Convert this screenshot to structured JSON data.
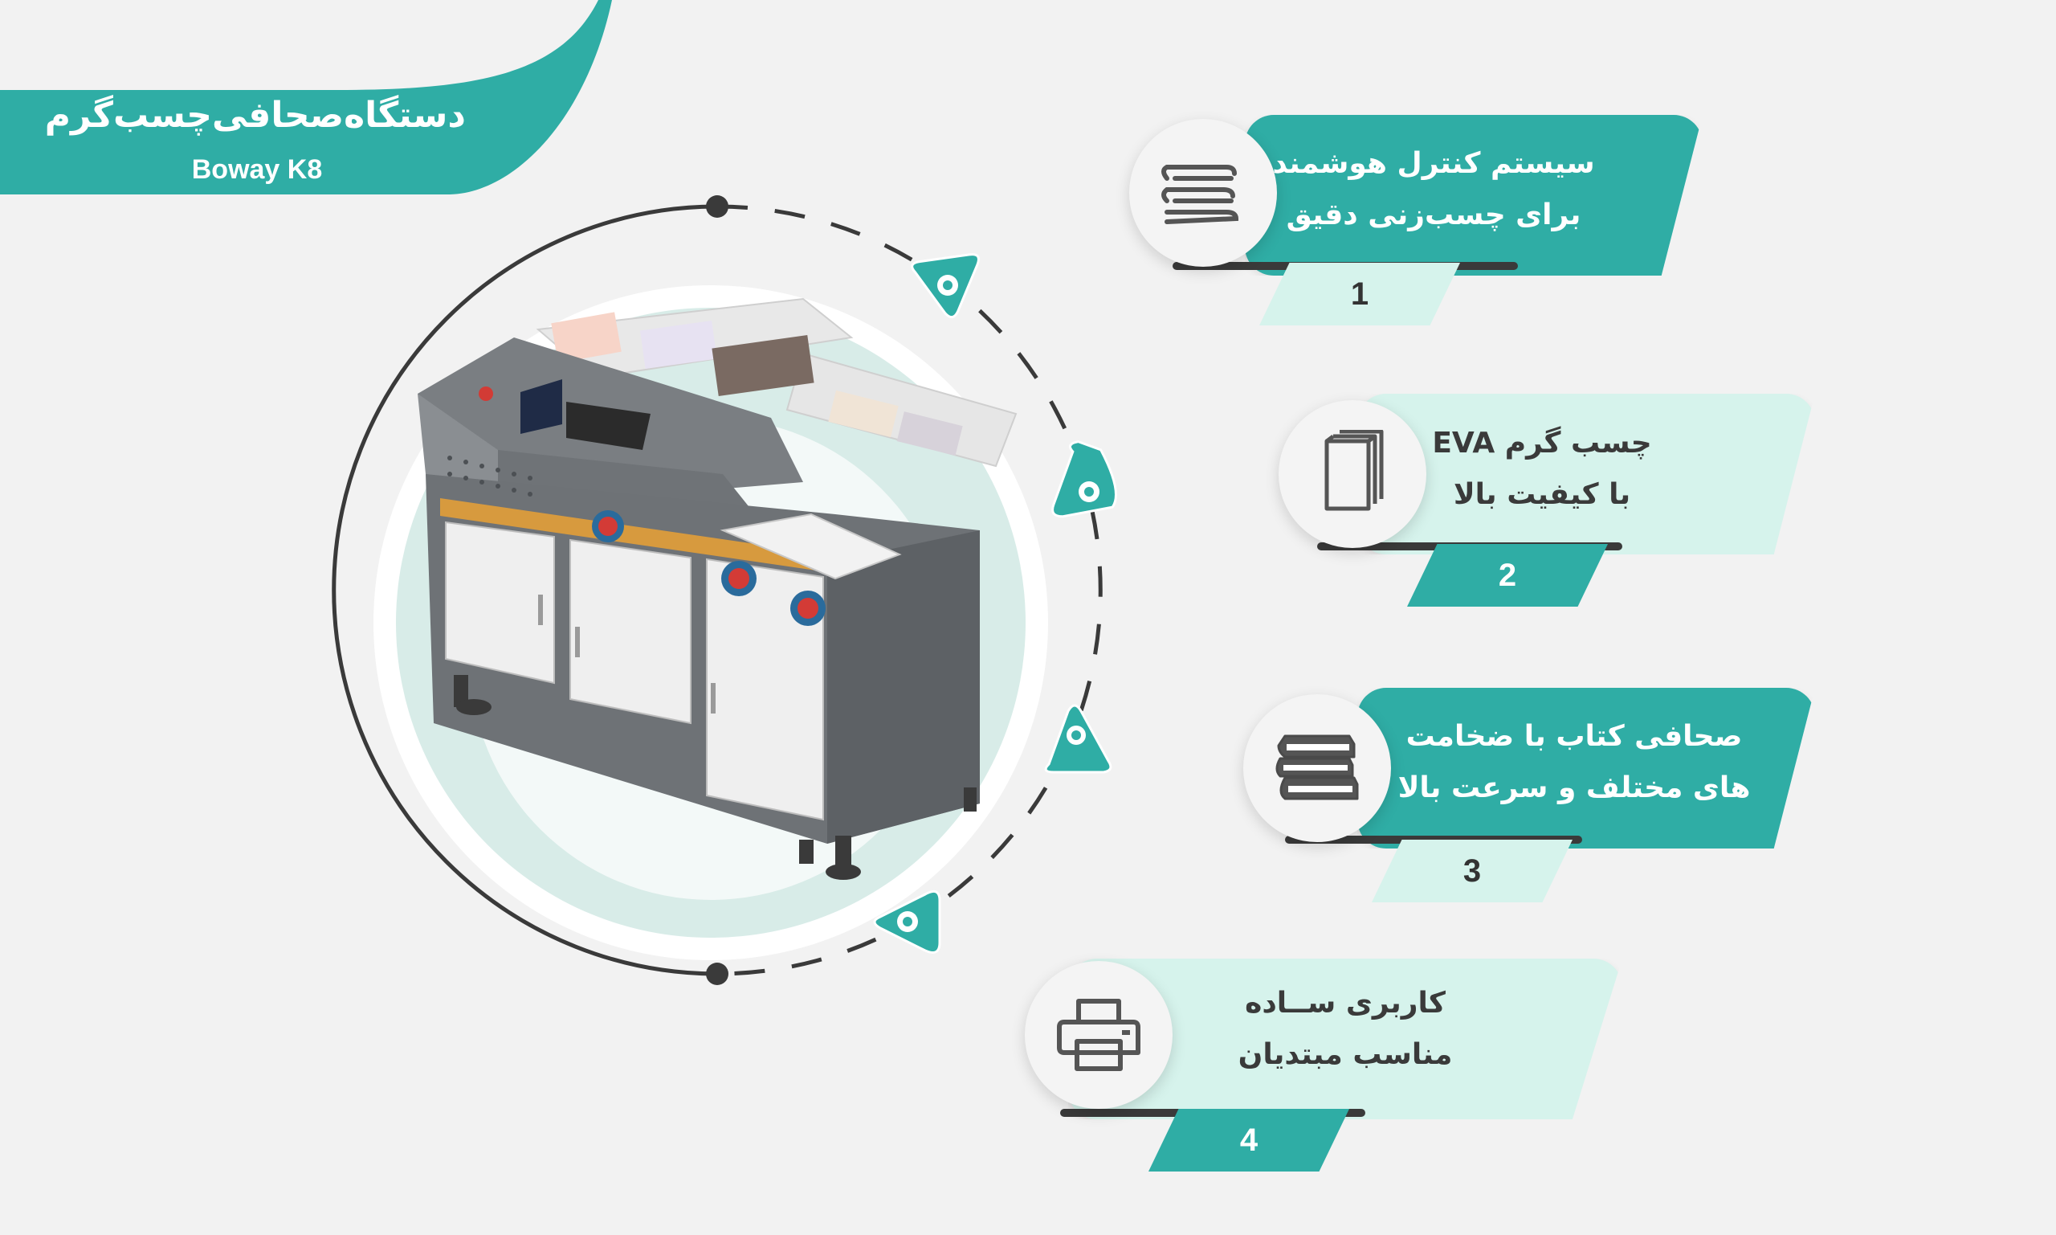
{
  "title": {
    "main": "دستگاه‌صحافی‌چسب‌گرم",
    "sub": "Boway K8"
  },
  "colors": {
    "teal": "#2fada5",
    "mint": "#d6f3ec",
    "dark": "#3a3a3a",
    "background": "#f2f2f2"
  },
  "features": [
    {
      "number": "1",
      "line1": "سیستم کنترل هوشمند",
      "line2": "برای چسب‌زنی دقیق",
      "icon": "paper-stack-icon"
    },
    {
      "number": "2",
      "line1": "چسب گرم EVA",
      "line2": "با کیفیت بالا",
      "icon": "book-icon"
    },
    {
      "number": "3",
      "line1": "صحافی کتاب با ضخامت",
      "line2": "های مختلف و سرعت بالا",
      "icon": "books-stack-icon"
    },
    {
      "number": "4",
      "line1": "کاربری   ســاده",
      "line2": "مناسب مبتدیان",
      "icon": "printer-icon"
    }
  ]
}
